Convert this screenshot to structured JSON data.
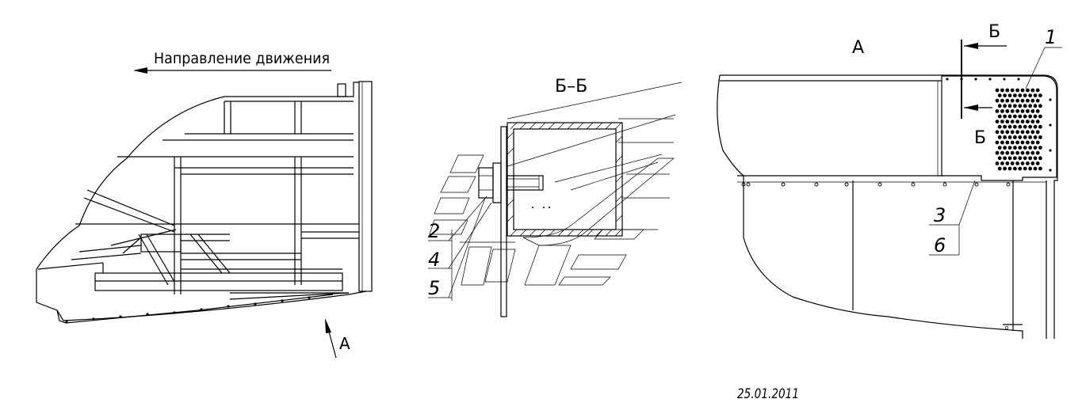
{
  "labels": {
    "direction": "Направление движения",
    "view_a_arrow": "А",
    "section_title": "Б–Б",
    "view_a_title": "А",
    "section_mark_top": "Б",
    "section_mark_bottom": "Б",
    "callout_1": "1",
    "callout_2": "2",
    "callout_3": "3",
    "callout_4": "4",
    "callout_5": "5",
    "callout_6": "6",
    "date": "25.01.2011"
  }
}
